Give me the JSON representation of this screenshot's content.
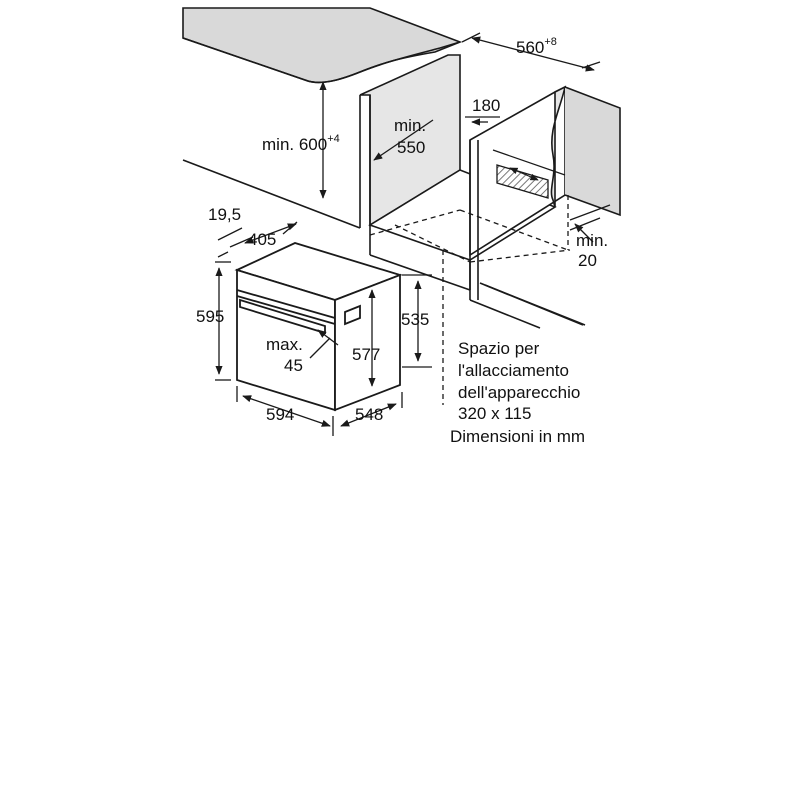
{
  "colors": {
    "line": "#1a1a1a",
    "counter_top": "#d9d9d9",
    "side_panel": "#e6e6e6",
    "hatch": "#555555"
  },
  "dimensions": {
    "niche_width_value": "560",
    "niche_width_tolerance": "+8",
    "niche_height_prefix": "min. ",
    "niche_height_value": "600",
    "niche_height_tolerance": "+4",
    "niche_depth_line1": "min.",
    "niche_depth_line2": "550",
    "connection_offset": "180",
    "gap_line1": "min.",
    "gap_line2": "20",
    "panel_thickness": "19,5",
    "front_depth": "405",
    "oven_height": "595",
    "body_height_outer": "535",
    "body_height_inner": "577",
    "handle_line1": "max.",
    "handle_line2": "45",
    "oven_width": "594",
    "oven_depth": "548"
  },
  "notes": {
    "connection_line1": "Spazio per",
    "connection_line2": "l'allacciamento",
    "connection_line3": "dell'apparecchio",
    "connection_line4": "320 x 115",
    "units": "Dimensioni in mm"
  }
}
